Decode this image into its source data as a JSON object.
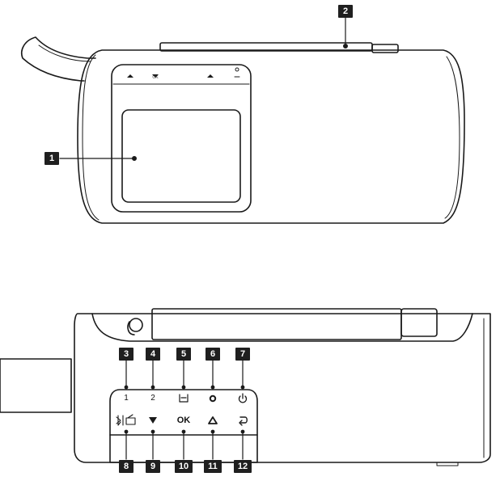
{
  "top_view": {
    "callouts": [
      "1",
      "2"
    ]
  },
  "front_panel": {
    "callouts_top": [
      "3",
      "4",
      "5",
      "6",
      "7"
    ],
    "callouts_bottom": [
      "8",
      "9",
      "10",
      "11",
      "12"
    ],
    "top_row_labels": [
      "1",
      "2"
    ],
    "bottom_row_labels": [
      "OK"
    ],
    "top_row_icons": [
      "preset-1",
      "preset-2",
      "save-icon",
      "settings-icon",
      "power-icon"
    ],
    "bottom_row_icons": [
      "bluetooth-radio-icon",
      "down-arrow-icon",
      "ok",
      "up-arrow-icon",
      "back-icon"
    ]
  },
  "colors": {
    "line": "#1a1a1a",
    "callout_bg": "#1f1f1f",
    "callout_text": "#ffffff"
  }
}
